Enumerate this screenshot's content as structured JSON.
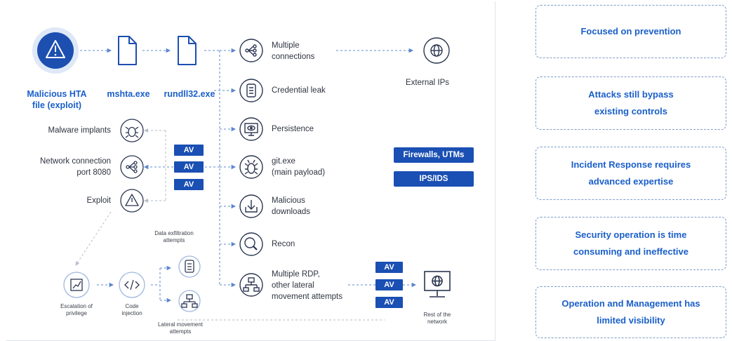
{
  "attack_chain": {
    "origin": {
      "label": "Malicious HTA\nfile (exploit)",
      "icon": "warning-icon"
    },
    "mshta": {
      "label": "mshta.exe",
      "icon": "file-icon"
    },
    "rundll": {
      "label": "rundll32.exe",
      "icon": "file-icon"
    },
    "actions": [
      {
        "label": "Multiple\nconnections",
        "icon": "network-share-icon"
      },
      {
        "label": "Credential leak",
        "icon": "scroll-document-icon"
      },
      {
        "label": "Persistence",
        "icon": "monitor-eye-icon"
      },
      {
        "label": "git.exe\n(main payload)",
        "icon": "bug-icon"
      },
      {
        "label": "Malicious\ndownloads",
        "icon": "download-icon"
      },
      {
        "label": "Recon",
        "icon": "magnifier-icon"
      },
      {
        "label": "Multiple RDP,\nother lateral\nmovement attempts",
        "icon": "network-nodes-icon"
      }
    ],
    "external": {
      "label": "External IPs",
      "icon": "globe-icon"
    },
    "rest_network": {
      "label": "Rest of the\nnetwork",
      "icon": "monitor-globe-icon"
    },
    "left_items": [
      {
        "label": "Malware implants",
        "icon": "bug-icon"
      },
      {
        "label": "Network connection\nport 8080",
        "icon": "network-share-icon"
      },
      {
        "label": "Exploit",
        "icon": "warning-icon"
      }
    ],
    "av_label": "AV",
    "defenses": [
      "Firewalls, UTMs",
      "IPS/IDS"
    ],
    "bottom_items": [
      {
        "label": "Escalation of\nprivilege",
        "icon": "chart-up-icon"
      },
      {
        "label": "Code\ninjection",
        "icon": "code-icon"
      }
    ],
    "data_exfiltration": {
      "label": "Data exfiltration\nattempts",
      "icon": "scroll-document-icon"
    },
    "lateral_small": {
      "label": "Lateral movement\nattempts",
      "icon": "network-nodes-icon"
    }
  },
  "challenges": [
    "Focused on prevention",
    "Attacks still bypass\nexisting controls",
    "Incident Response requires\nadvanced expertise",
    "Security operation is time\nconsuming and ineffective",
    "Operation and Management has\nlimited visibility"
  ],
  "colors": {
    "accent": "#1a4fb3",
    "text_blue": "#1a5fc9",
    "line": "#8fb0e0",
    "grey_line": "#c7ccd5"
  }
}
